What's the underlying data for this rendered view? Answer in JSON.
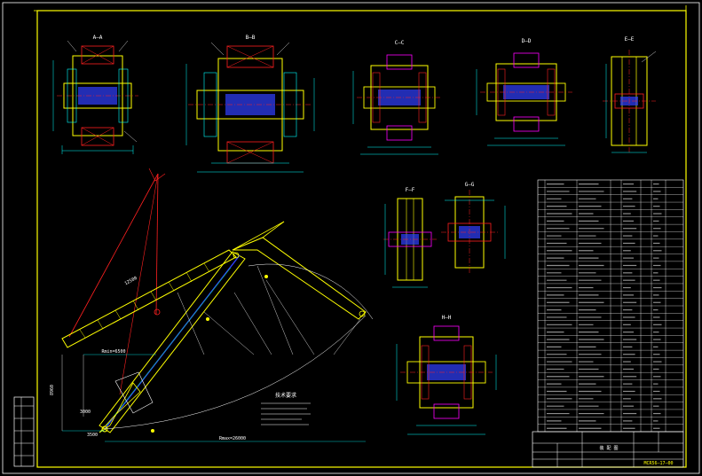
{
  "colors": {
    "background": "#000000",
    "frame": "#ffff00",
    "dimension": "#00ffff",
    "red": "#ff2020",
    "yellow": "#ffff00",
    "blue": "#3040ff",
    "green": "#00ff60",
    "magenta": "#ff00ff",
    "white": "#ffffff"
  },
  "section_views": [
    {
      "id": "a",
      "label": "A—A"
    },
    {
      "id": "b",
      "label": "B—B"
    },
    {
      "id": "c",
      "label": "C—C"
    },
    {
      "id": "d",
      "label": "D—D"
    },
    {
      "id": "e",
      "label": "E—E"
    },
    {
      "id": "f",
      "label": "F—F"
    },
    {
      "id": "g",
      "label": "G—G"
    },
    {
      "id": "h",
      "label": "H—H"
    }
  ],
  "main_view": {
    "dim_left": "Rmin=6500",
    "dim_bottom": "Rmax=26000",
    "dim_boom": "12500",
    "dim_height": "8960",
    "dim_small": "3500",
    "dim_tiny": "3000",
    "notes_title": "技术要求"
  },
  "part_list": {
    "rows": 34,
    "title_text": "装 配 图",
    "drawing_number": "MCR56—17—00"
  }
}
